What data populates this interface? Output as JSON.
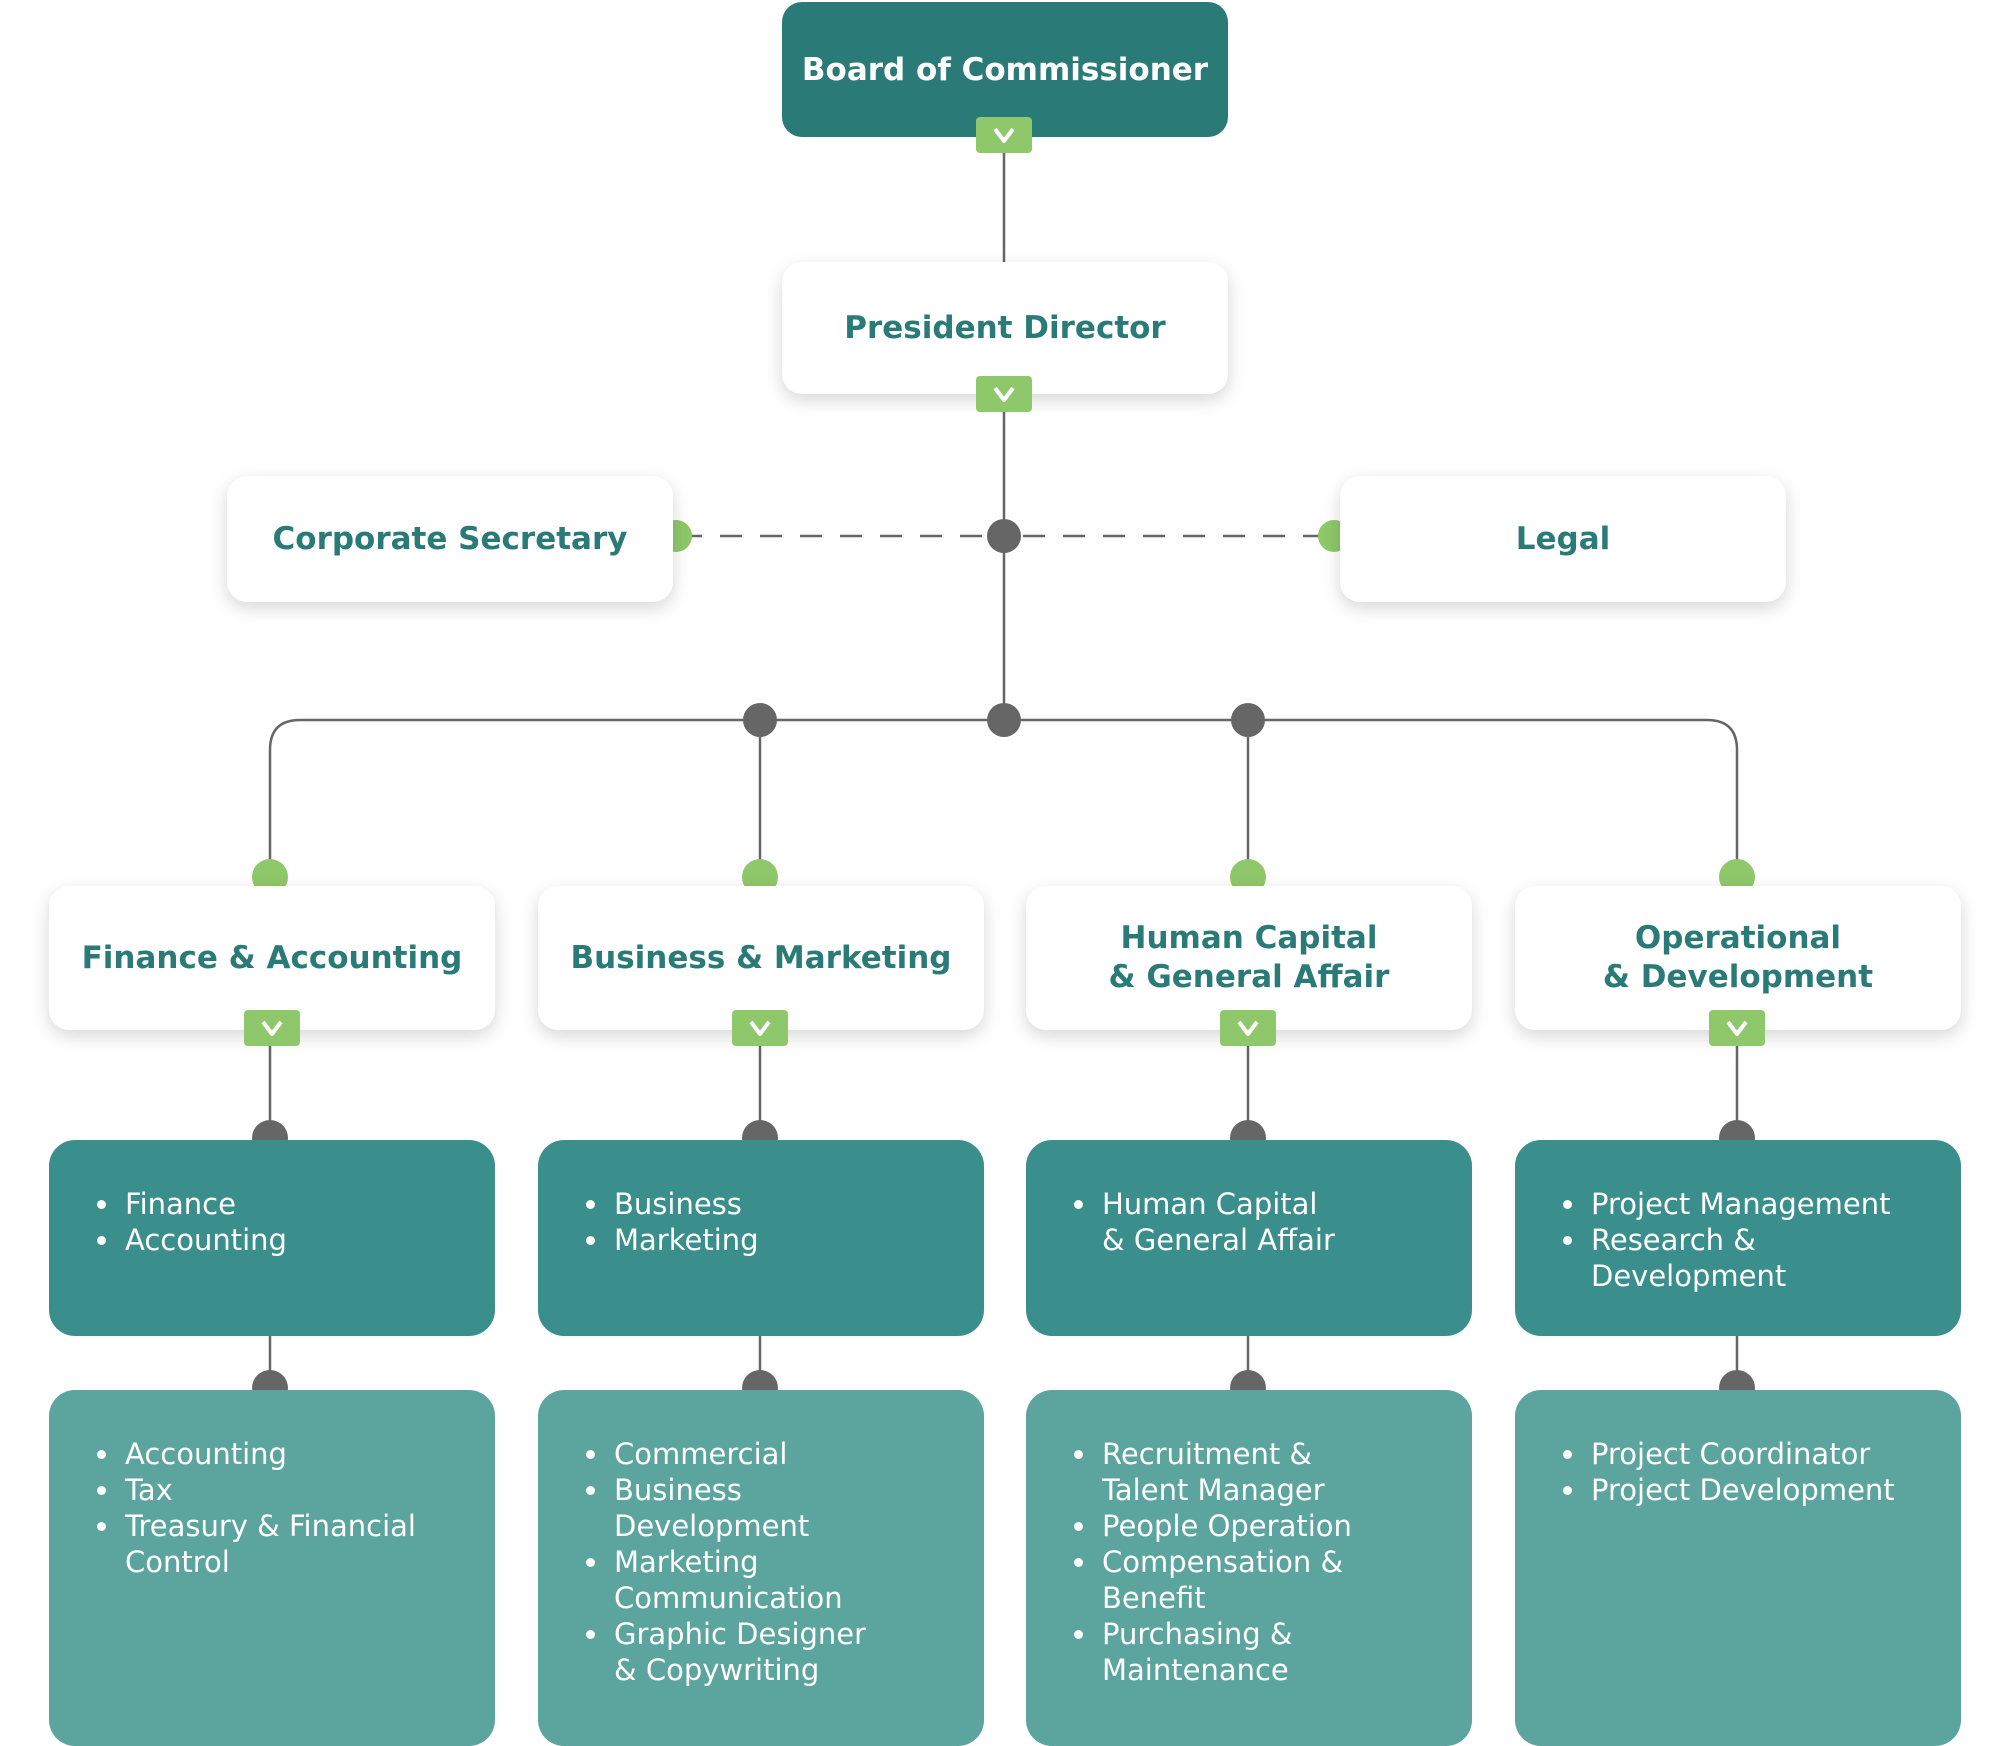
{
  "board": "Board of Commissioner",
  "president": "President Director",
  "staff": {
    "left": "Corporate Secretary",
    "right": "Legal"
  },
  "departments": [
    {
      "title": "Finance & Accounting",
      "units": [
        "Finance",
        "Accounting"
      ],
      "roles": [
        "Accounting",
        "Tax",
        "Treasury & Financial\nControl"
      ]
    },
    {
      "title": "Business & Marketing",
      "units": [
        "Business",
        "Marketing"
      ],
      "roles": [
        "Commercial",
        "Business\nDevelopment",
        "Marketing\nCommunication",
        "Graphic Designer\n& Copywriting"
      ]
    },
    {
      "title": "Human Capital\n& General Affair",
      "units": [
        "Human Capital\n& General Affair"
      ],
      "roles": [
        "Recruitment &\nTalent Manager",
        "People Operation",
        "Compensation &\nBenefit",
        "Purchasing &\nMaintenance"
      ]
    },
    {
      "title": "Operational\n& Development",
      "units": [
        "Project Management",
        "Research &\nDevelopment"
      ],
      "roles": [
        "Project Coordinator",
        "Project Development"
      ]
    }
  ],
  "colors": {
    "primary": "#2a7a78",
    "unit_panel": "#3a8f8c",
    "role_panel": "#5ca59f",
    "accent_green": "#8fc86a",
    "connector": "#666666"
  }
}
